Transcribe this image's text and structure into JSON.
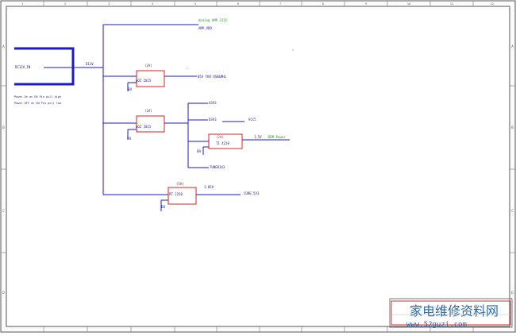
{
  "border": {
    "columns": [
      "1",
      "2",
      "3",
      "4",
      "5",
      "6",
      "7",
      "8",
      "9",
      "10",
      "11",
      "12"
    ],
    "rows": [
      "A",
      "B",
      "C",
      "D"
    ]
  },
  "nets": {
    "dc12v_in": "DC12V_IN",
    "d12v": "D12V",
    "analog_amp": "Analog AMP 3115",
    "amp_vdd": "AMP_VDD",
    "usb_5v": "05V FOR USB&MHL",
    "a3v3": "A3V3",
    "d3v3": "D3V3",
    "vcc5": "VCC5",
    "v1_5": "1.5V",
    "ddr_power": "DDR Power",
    "tuner3v3": "TUNER3V3",
    "v1_05": "1.05V",
    "core_5v1": "CORE_5V1",
    "en1": "EN",
    "en2": "EN",
    "en3": "EN",
    "en4": "EN"
  },
  "notes": {
    "line1": "Power On  en EN Pin pull high",
    "line2": "Power OFF en EN Pin pull low"
  },
  "components": {
    "reg1": {
      "current": "(2A)",
      "part": "AOZ 2015"
    },
    "reg2": {
      "current": "(2A)",
      "part": "AOZ 2015"
    },
    "ldo": {
      "current": "(2A)",
      "part": "TI  4210"
    },
    "reg4": {
      "current": "(5A)",
      "part": "RT  2250"
    }
  },
  "title_block": {
    "text": "家电维修资料网"
  },
  "watermark": {
    "url": "www.52guzi.com"
  },
  "colors": {
    "wire": "#1a1ac8",
    "component": "#d42020",
    "net_label": "#1a1a8a",
    "green_label": "#2a8a2a",
    "border": "#555555",
    "watermark": "#2a6ab0"
  }
}
